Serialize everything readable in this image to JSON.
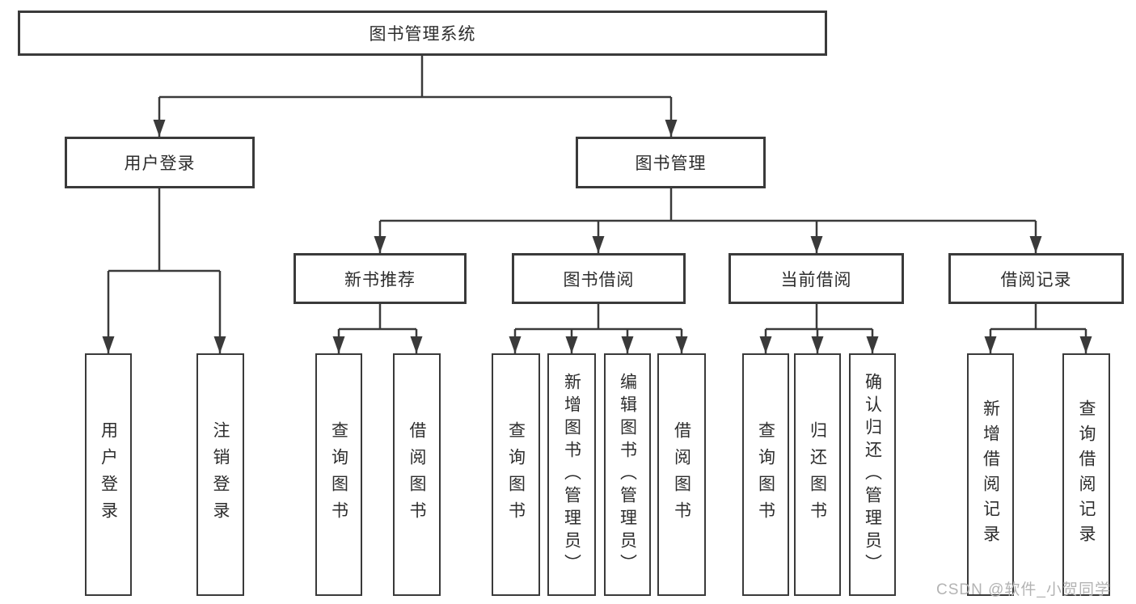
{
  "colors": {
    "line": "#3a3a3a",
    "text": "#2d2d2d",
    "background": "#ffffff",
    "watermark": "#b3b3b3"
  },
  "nodes": {
    "root": "图书管理系统",
    "user_login": "用户登录",
    "book_management": "图书管理",
    "new_book_recommend": "新书推荐",
    "book_borrowing": "图书借阅",
    "current_borrowing": "当前借阅",
    "borrowing_records": "借阅记录",
    "leaf_user_login": "用户登录",
    "leaf_logout_login": "注销登录",
    "leaf_query_books_recommend": "查询图书",
    "leaf_borrow_books_recommend": "借阅图书",
    "leaf_query_books_borrowing": "查询图书",
    "leaf_add_books_admin": "新增图书（管理员）",
    "leaf_edit_books_admin": "编辑图书（管理员）",
    "leaf_borrow_books_borrowing": "借阅图书",
    "leaf_query_books_current": "查询图书",
    "leaf_return_books": "归还图书",
    "leaf_confirm_return_admin": "确认归还（管理员）",
    "leaf_add_borrow_record": "新增借阅记录",
    "leaf_query_borrow_record": "查询借阅记录"
  },
  "watermark": "CSDN @软件_小贺同学"
}
